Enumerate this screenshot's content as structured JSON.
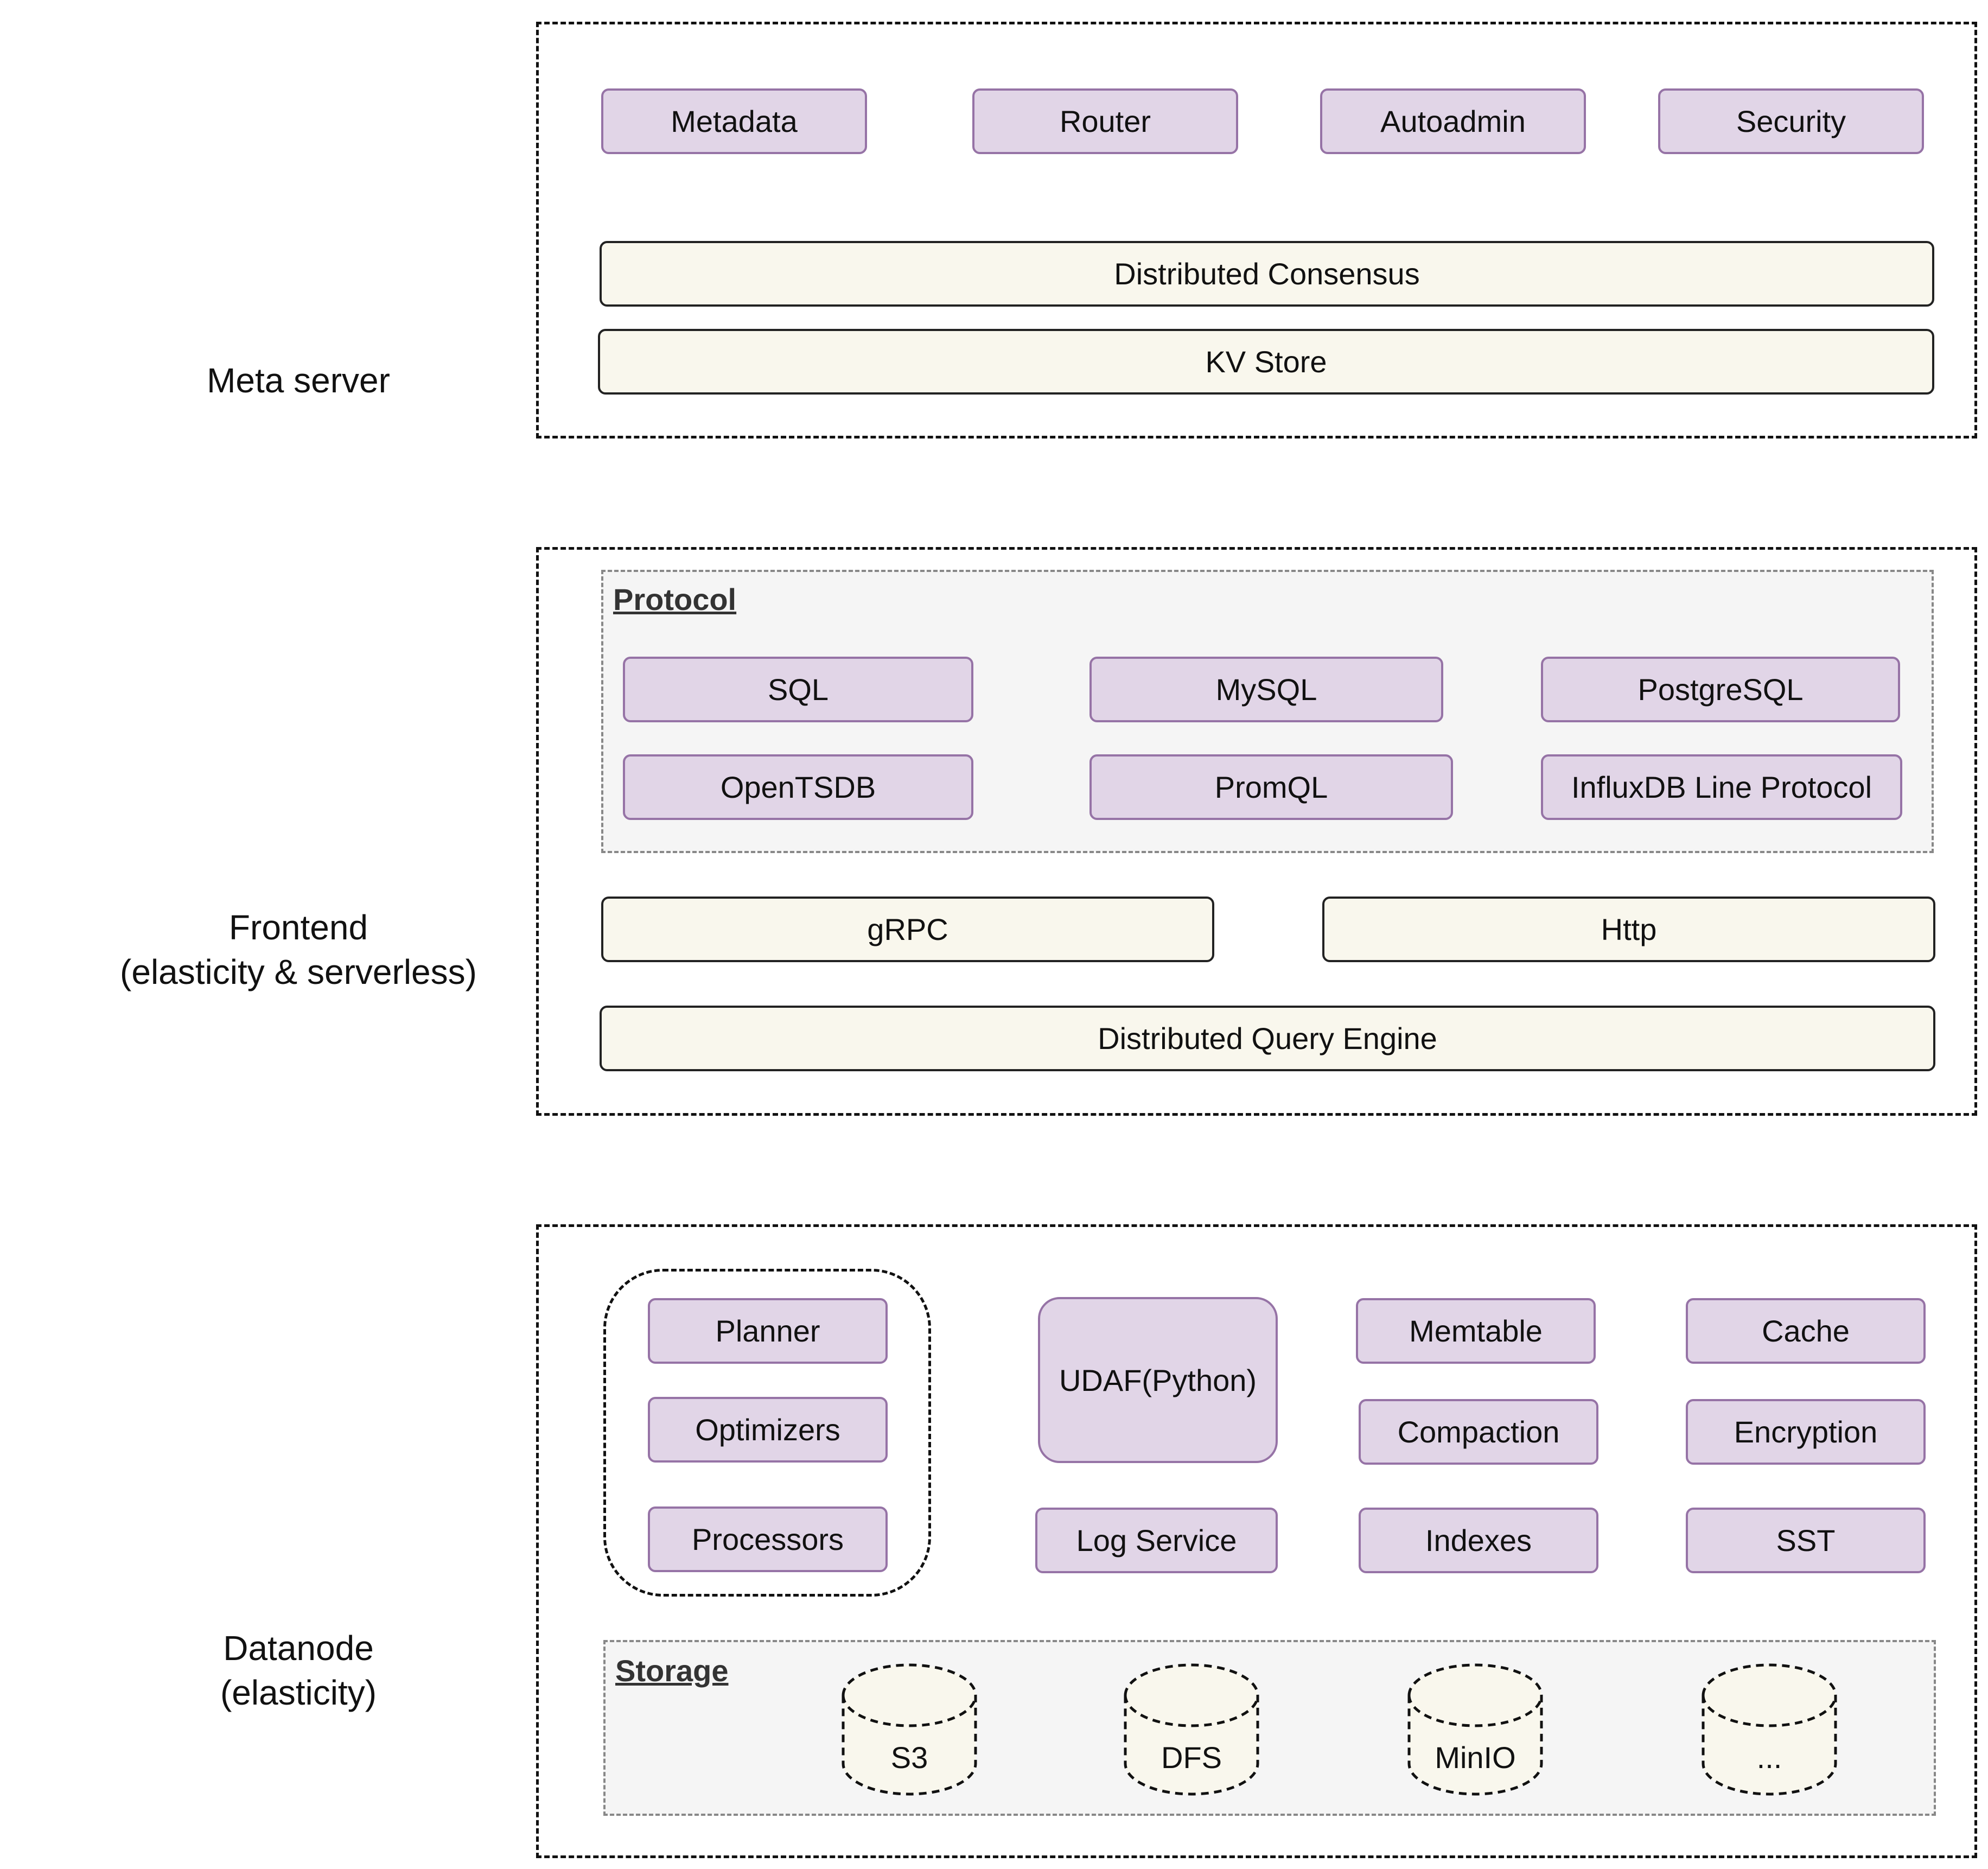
{
  "colors": {
    "component_fill": "#e1d5e7",
    "component_stroke": "#9673a6",
    "base_fill": "#f9f7ed",
    "base_stroke": "#222222",
    "group_fill": "#f5f5f5",
    "group_stroke": "#888888",
    "cylinder_fill": "#f9f7ed"
  },
  "meta_server": {
    "label": "Meta server",
    "components": [
      "Metadata",
      "Router",
      "Autoadmin",
      "Security"
    ],
    "consensus": "Distributed Consensus",
    "kv_store": "KV Store"
  },
  "frontend": {
    "label_line1": "Frontend",
    "label_line2": "(elasticity & serverless)",
    "protocol": {
      "title": "Protocol",
      "items": [
        "SQL",
        "MySQL",
        "PostgreSQL",
        "OpenTSDB",
        "PromQL",
        "InfluxDB Line Protocol"
      ]
    },
    "grpc": "gRPC",
    "http": "Http",
    "query_engine": "Distributed Query Engine"
  },
  "datanode": {
    "label_line1": "Datanode",
    "label_line2": "(elasticity)",
    "query_components": [
      "Planner",
      "Optimizers",
      "Processors"
    ],
    "udaf": "UDAF(Python)",
    "log_service": "Log Service",
    "memtable": "Memtable",
    "compaction": "Compaction",
    "indexes": "Indexes",
    "cache": "Cache",
    "encryption": "Encryption",
    "sst": "SST",
    "storage": {
      "title": "Storage",
      "items": [
        "S3",
        "DFS",
        "MinIO",
        "..."
      ]
    }
  }
}
